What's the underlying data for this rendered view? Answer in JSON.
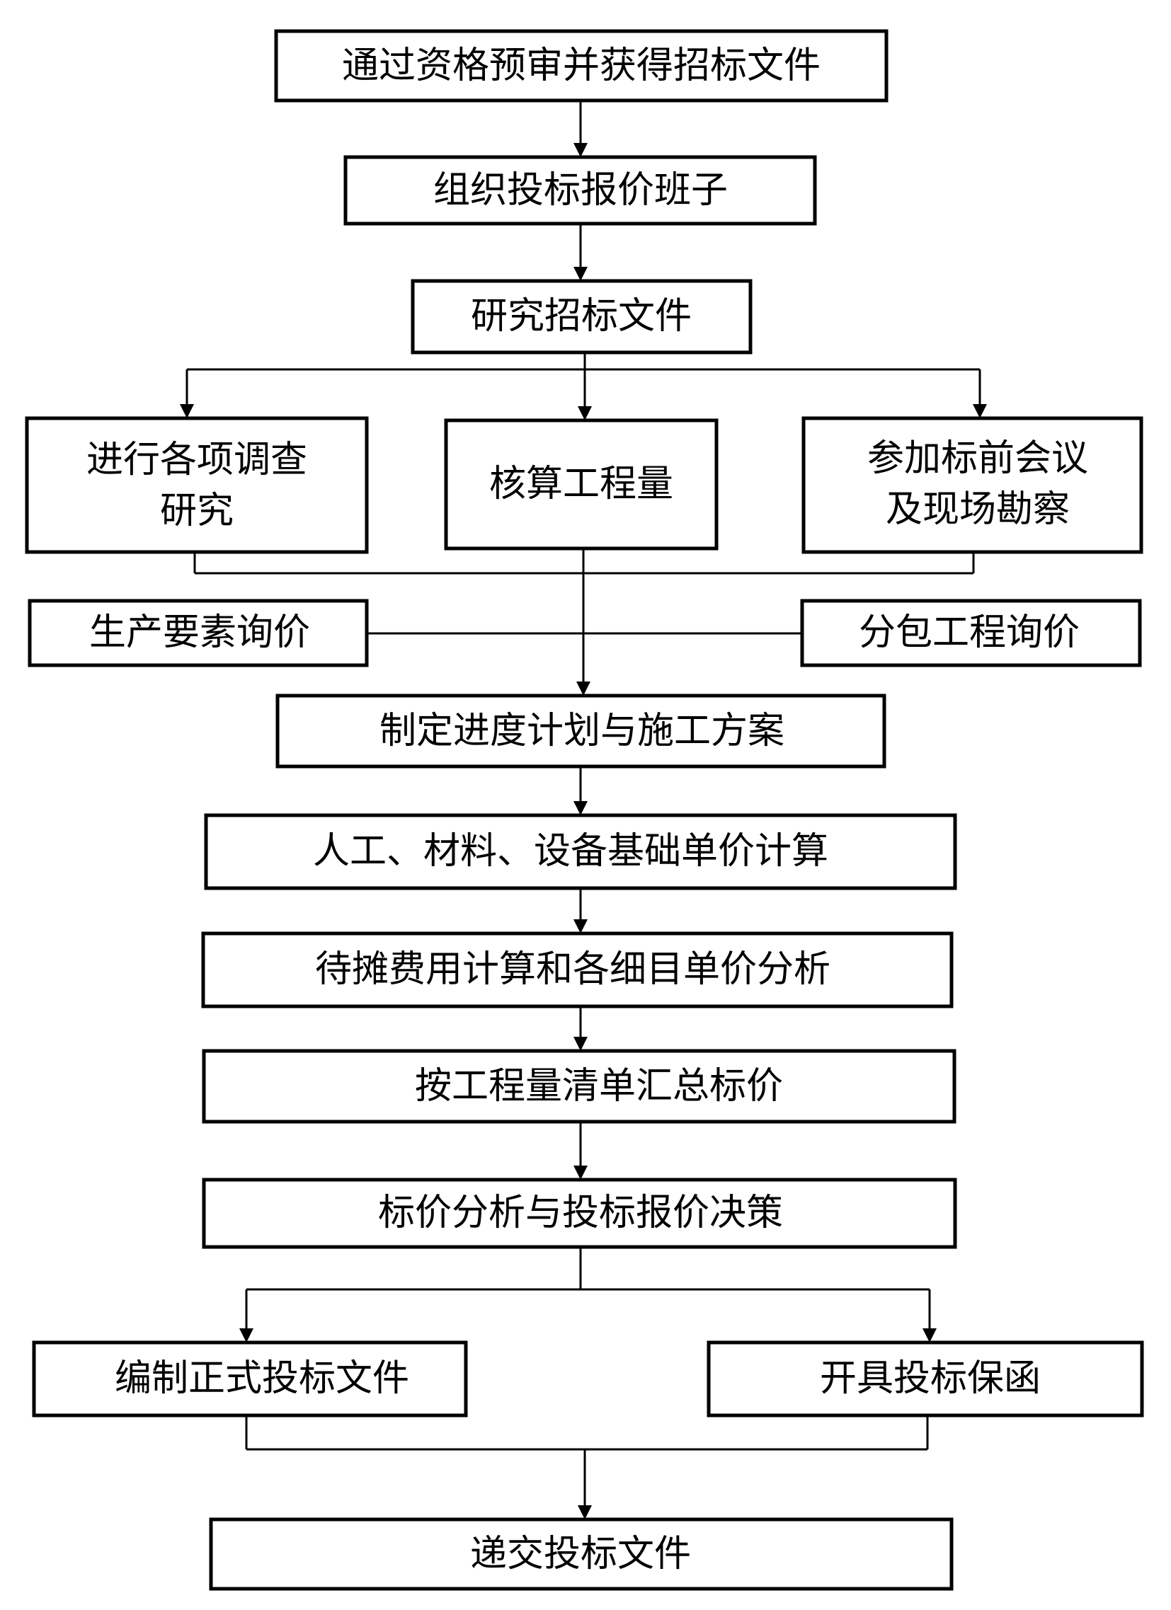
{
  "nodes": {
    "prequalify": "通过资格预审并获得招标文件",
    "team": "组织投标报价班子",
    "study": "研究招标文件",
    "investigate_line1": "进行各项调查",
    "investigate_line2": "研究",
    "quantity": "核算工程量",
    "meeting_line1": "参加标前会议",
    "meeting_line2": "及现场勘察",
    "production_inquiry": "生产要素询价",
    "subcontract_inquiry": "分包工程询价",
    "schedule_plan": "制定进度计划与施工方案",
    "unit_price": "人工、材料、设备基础单价计算",
    "amortized_cost": "待摊费用计算和各细目单价分析",
    "summarize": "按工程量清单汇总标价",
    "decision": "标价分析与投标报价决策",
    "formal_docs": "编制正式投标文件",
    "guarantee": "开具投标保函",
    "submit": "递交投标文件"
  }
}
